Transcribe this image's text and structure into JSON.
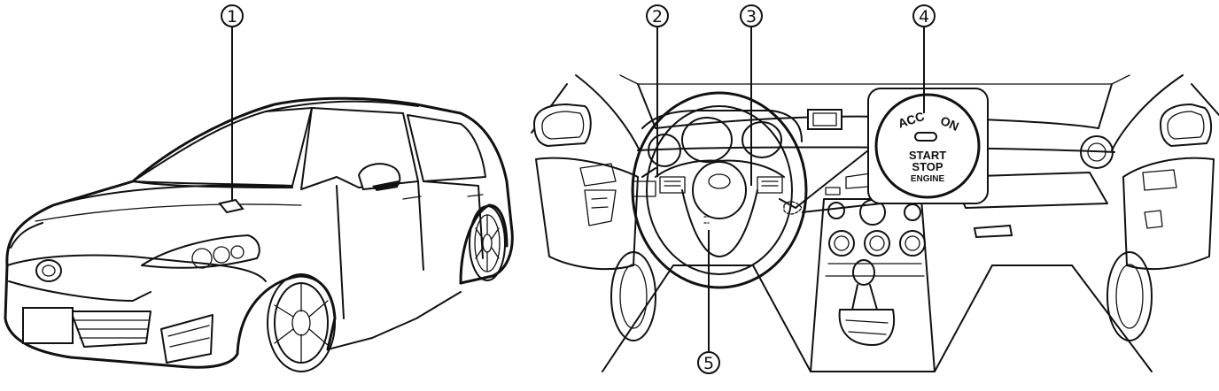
{
  "callouts": [
    {
      "number": "1"
    },
    {
      "number": "2"
    },
    {
      "number": "3"
    },
    {
      "number": "4"
    },
    {
      "number": "5"
    }
  ],
  "ignition_button": {
    "acc_label": "ACC",
    "on_label": "ON",
    "line1": "START",
    "line2": "STOP",
    "line3": "ENGINE"
  }
}
